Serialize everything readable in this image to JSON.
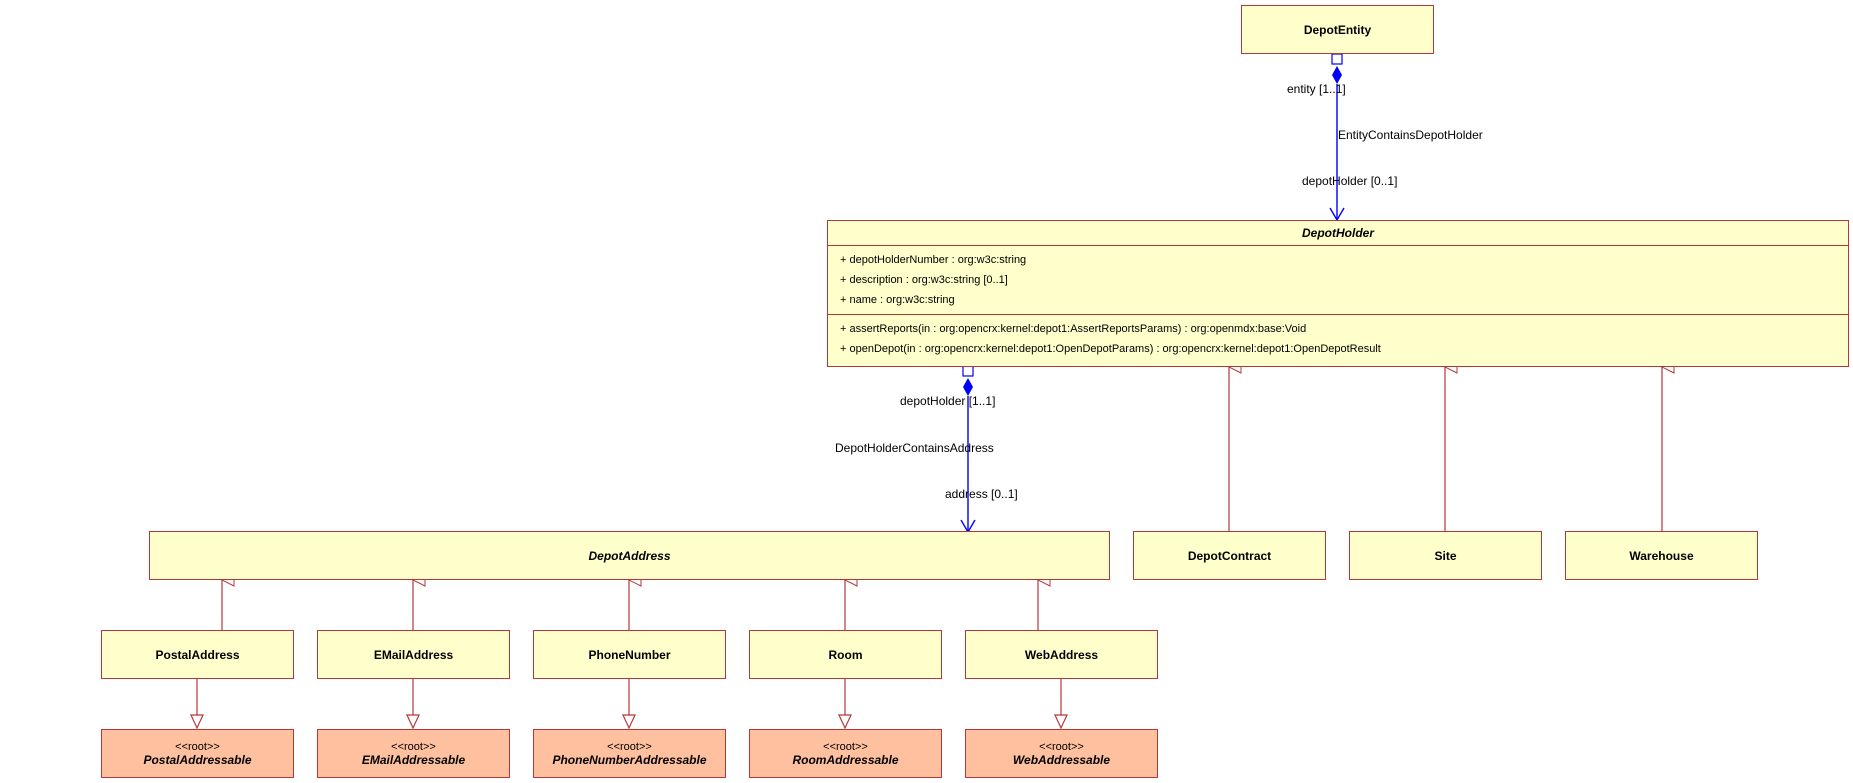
{
  "classes": {
    "depot_entity": "DepotEntity",
    "depot_holder": {
      "name": "DepotHolder",
      "attributes": [
        "+ depotHolderNumber : org:w3c:string",
        "+ description : org:w3c:string [0..1]",
        "+ name : org:w3c:string"
      ],
      "operations": [
        "+ assertReports(in : org:opencrx:kernel:depot1:AssertReportsParams) : org:openmdx:base:Void",
        "+ openDepot(in : org:opencrx:kernel:depot1:OpenDepotParams) : org:opencrx:kernel:depot1:OpenDepotResult"
      ]
    },
    "depot_address": "DepotAddress",
    "depot_contract": "DepotContract",
    "site": "Site",
    "warehouse": "Warehouse",
    "postal_address": "PostalAddress",
    "email_address": "EMailAddress",
    "phone_number": "PhoneNumber",
    "room": "Room",
    "web_address": "WebAddress"
  },
  "roots": {
    "stereotype": "<<root>>",
    "postal": "PostalAddressable",
    "email": "EMailAddressable",
    "phone": "PhoneNumberAddressable",
    "room": "RoomAddressable",
    "web": "WebAddressable"
  },
  "associations": {
    "entity_holder": {
      "name": "EntityContainsDepotHolder",
      "end_a": "entity [1..1]",
      "end_b": "depotHolder [0..1]"
    },
    "holder_address": {
      "name": "DepotHolderContainsAddress",
      "end_a": "depotHolder [1..1]",
      "end_b": "address [0..1]"
    }
  },
  "colors": {
    "class_fill": "#ffffcc",
    "root_fill": "#ffc0a0",
    "class_border": "#b5373a",
    "association": "#0000ff"
  }
}
